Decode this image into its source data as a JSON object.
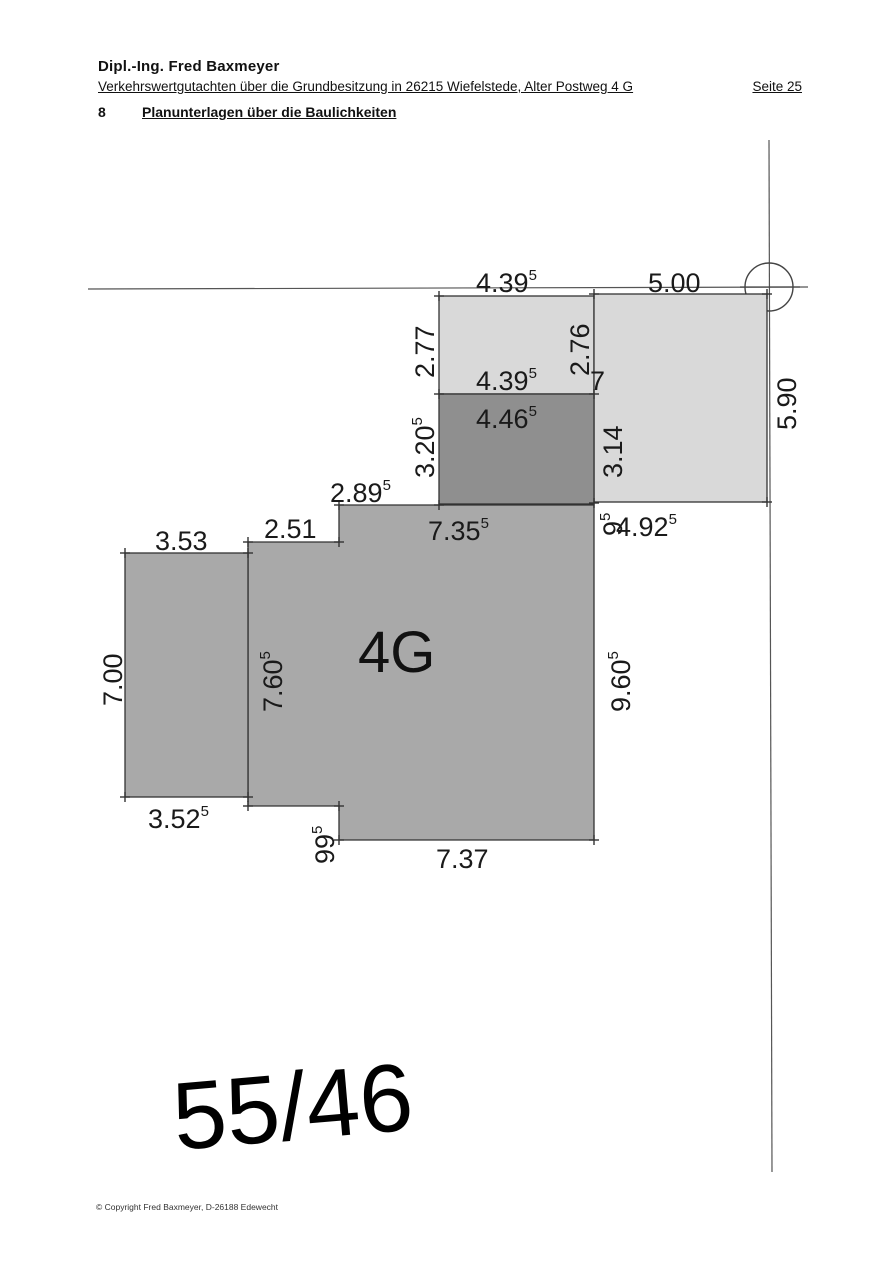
{
  "header": {
    "author": "Dipl.-Ing. Fred Baxmeyer",
    "subtitle": "Verkehrswertgutachten über die Grundbesitzung in 26215 Wiefelstede, Alter Postweg 4 G",
    "page": "Seite 25",
    "section_number": "8",
    "section_title": "Planunterlagen über die Baulichkeiten"
  },
  "plan": {
    "building_label": "4G",
    "parcel_number": "55/46",
    "dimensions": {
      "top_left_width": "4.39",
      "top_right_width": "5.00",
      "upper_left_height": "2.77",
      "upper_right_height": "2.76",
      "mid_width": "4.39",
      "dark_width": "4.46",
      "dark_left_height": "3.20",
      "dark_right_height": "3.14",
      "right_block_height": "5.90",
      "step_width": "2.89",
      "main_top_width": "7.35",
      "small_offset_top": "9",
      "right_block_bottom": "4.92",
      "left_block_width": "3.53",
      "connector_width": "2.51",
      "left_block_height": "7.00",
      "connector_height": "7.60",
      "main_height": "9.60",
      "left_block_bottom": "3.52",
      "small_offset_bottom": "99",
      "main_bottom_width": "7.37",
      "overlap_digit": "7",
      "sup_five": "5"
    },
    "colors": {
      "light_fill": "#d9d9d9",
      "medium_fill": "#a9a9a9",
      "dark_fill": "#8f8f8f",
      "line": "#333333"
    }
  },
  "footer": {
    "copyright": "© Copyright Fred Baxmeyer, D-26188 Edewecht"
  }
}
